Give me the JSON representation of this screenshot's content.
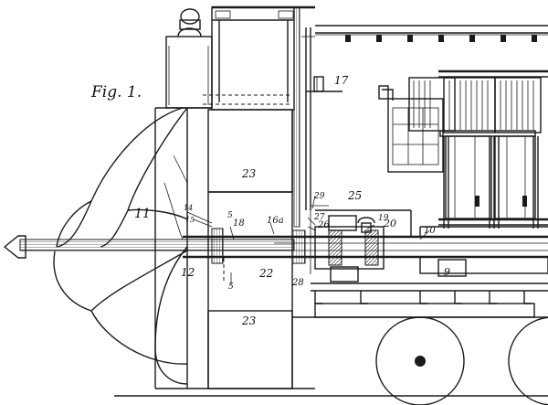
{
  "figure": {
    "label": "Fig. 1."
  },
  "labels": {
    "p11": "11",
    "p12": "12",
    "p14": "14",
    "p15": "15",
    "p5a": "5",
    "p5b": "5",
    "p18": "18",
    "p16a": "16a",
    "p22": "22",
    "p23a": "23",
    "p23b": "23",
    "p29": "29",
    "p25": "25",
    "p27": "27",
    "p26": "26",
    "p19": "19",
    "p20": "20",
    "p10": "10",
    "p9": "9",
    "p28": "28",
    "p17": "17"
  },
  "colors": {
    "ink": "#1a1a1a",
    "paper": "#ffffff"
  }
}
